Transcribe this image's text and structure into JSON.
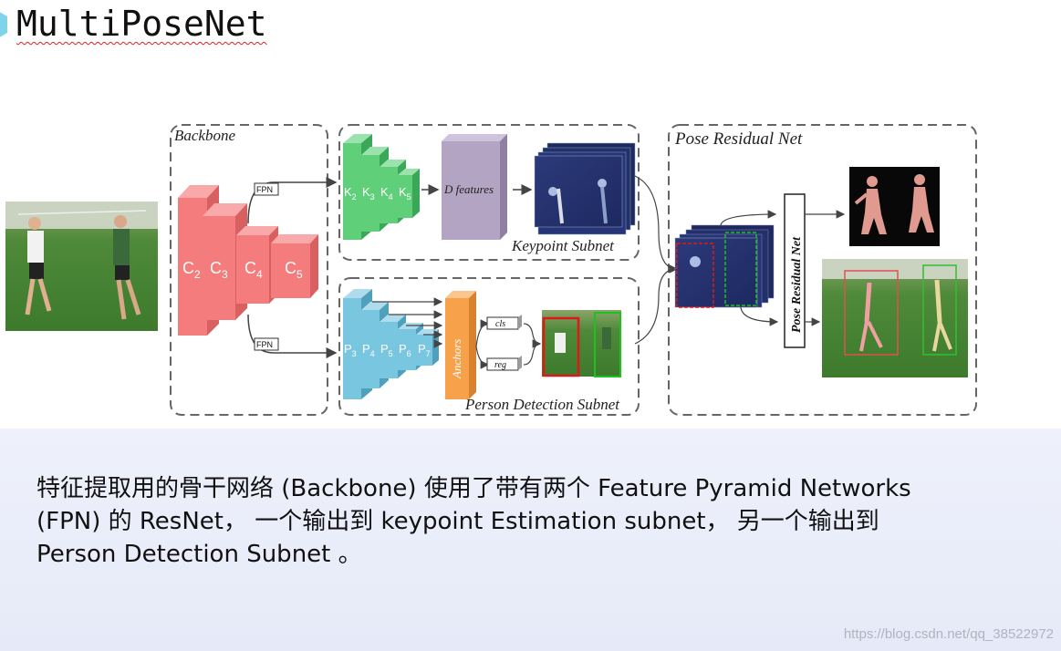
{
  "title": "MultiPoseNet",
  "diagram": {
    "backbone_label": "Backbone",
    "fpn_label_top": "FPN",
    "fpn_label_bottom": "FPN",
    "backbone_blocks": [
      {
        "base": "C",
        "sub": "2"
      },
      {
        "base": "C",
        "sub": "3"
      },
      {
        "base": "C",
        "sub": "4"
      },
      {
        "base": "C",
        "sub": "5"
      }
    ],
    "keypoint_blocks": [
      {
        "base": "K",
        "sub": "2"
      },
      {
        "base": "K",
        "sub": "3"
      },
      {
        "base": "K",
        "sub": "4"
      },
      {
        "base": "K",
        "sub": "5"
      }
    ],
    "detection_blocks": [
      {
        "base": "P",
        "sub": "3"
      },
      {
        "base": "P",
        "sub": "4"
      },
      {
        "base": "P",
        "sub": "5"
      },
      {
        "base": "P",
        "sub": "6"
      },
      {
        "base": "P",
        "sub": "7"
      }
    ],
    "d_features_label": "D features",
    "keypoint_subnet_label": "Keypoint Subnet",
    "anchors_label": "Anchors",
    "cls_label": "cls",
    "reg_label": "reg",
    "person_detection_label": "Person Detection Subnet",
    "pose_residual_net_label": "Pose Residual Net",
    "prn_box_label": "Pose Residual Net",
    "colors": {
      "backbone": "#f47c7c",
      "keypoint": "#5fcf7a",
      "detection": "#78c6e0",
      "dfeat": "#b4a4c4",
      "anchors": "#f7a24a"
    }
  },
  "caption": {
    "line1": "特征提取用的骨干网络 (Backbone) 使用了带有两个 Feature Pyramid Networks",
    "line2": "(FPN) 的 ResNet， 一个输出到 keypoint Estimation subnet， 另一个输出到",
    "line3": "Person Detection Subnet 。"
  },
  "watermark": "https://blog.csdn.net/qq_38522972"
}
